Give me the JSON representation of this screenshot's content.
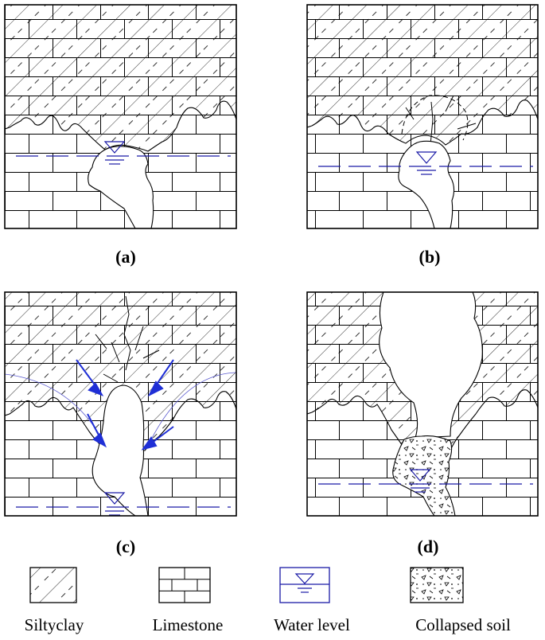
{
  "panels": [
    {
      "id": "a",
      "label": "(a)"
    },
    {
      "id": "b",
      "label": "(b)"
    },
    {
      "id": "c",
      "label": "(c)"
    },
    {
      "id": "d",
      "label": "(d)"
    }
  ],
  "legend": [
    {
      "id": "siltyclay",
      "label": "Siltyclay"
    },
    {
      "id": "limestone",
      "label": "Limestone"
    },
    {
      "id": "water-level",
      "label": "Water level"
    },
    {
      "id": "collapsed-soil",
      "label": "Collapsed soil"
    }
  ],
  "colors": {
    "line": "#000000",
    "water": "#1a1aa6",
    "arrow": "#1f2fd6",
    "background": "#ffffff"
  }
}
